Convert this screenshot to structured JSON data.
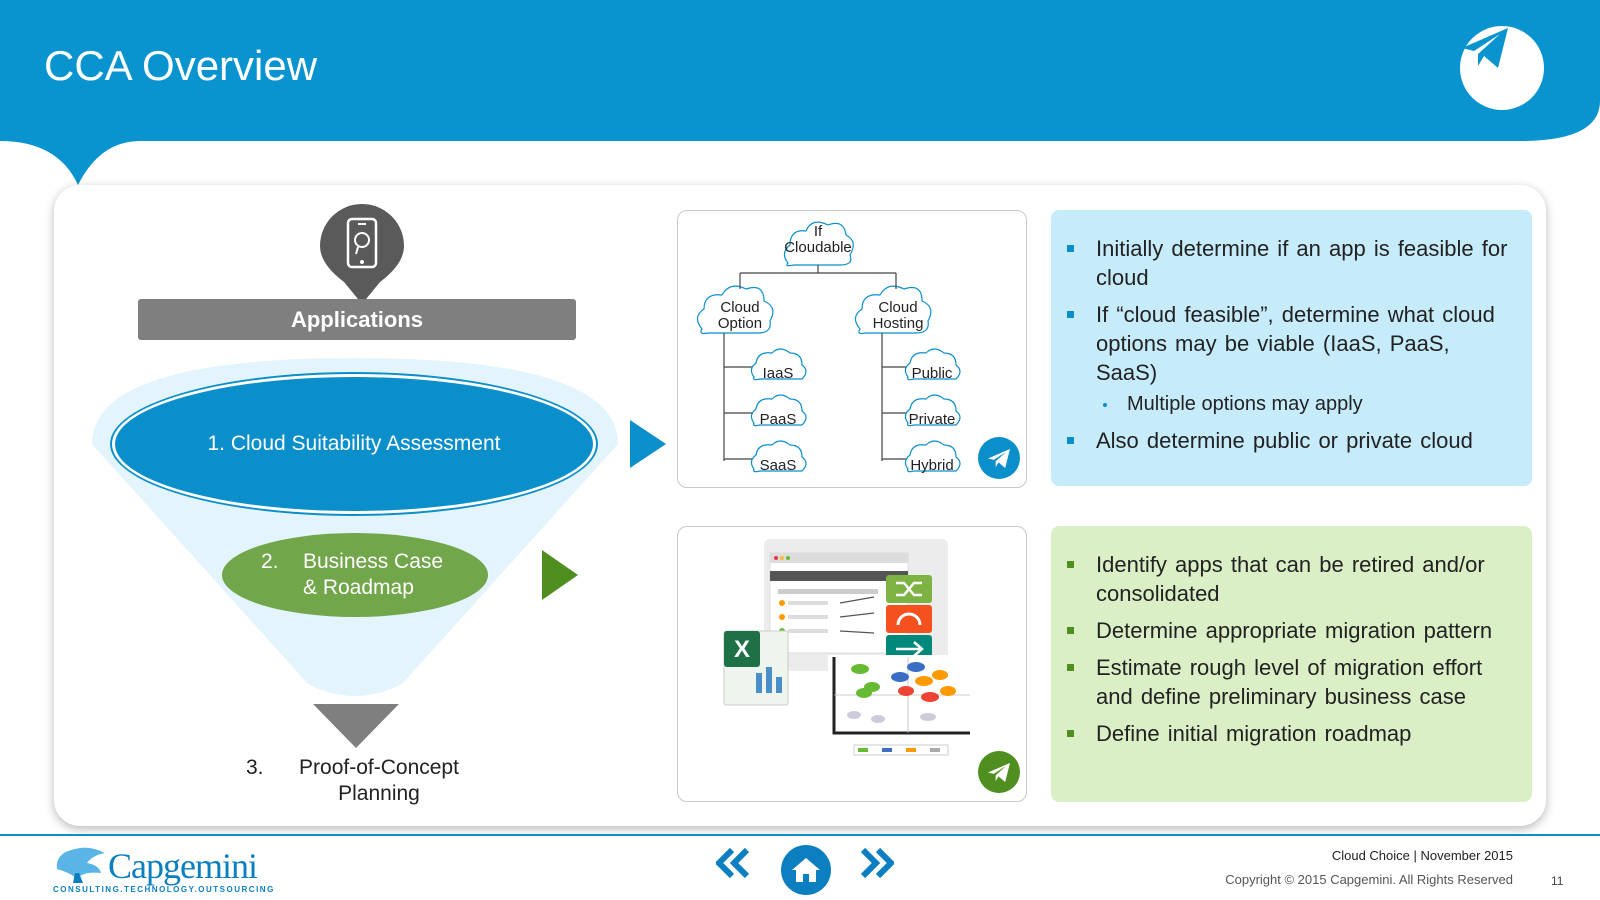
{
  "slide": {
    "title": "CCA Overview",
    "colors": {
      "primary_blue": "#0b8fcb",
      "green": "#71a64b",
      "gray": "#7f7f7f"
    }
  },
  "funnel": {
    "header_label": "Applications",
    "icon": "smartphone-icon",
    "step1": "1. Cloud Suitability Assessment",
    "step2": {
      "number": "2.",
      "line1": "Business Case",
      "line2": "& Roadmap"
    },
    "step3": {
      "number": "3.",
      "line1": "Proof-of-Concept",
      "line2": "Planning"
    }
  },
  "tree": {
    "root": [
      "If",
      "Cloudable"
    ],
    "option": [
      "Cloud",
      "Option"
    ],
    "hosting": [
      "Cloud",
      "Hosting"
    ],
    "options": [
      "IaaS",
      "PaaS",
      "SaaS"
    ],
    "hostings": [
      "Public",
      "Private",
      "Hybrid"
    ]
  },
  "box_blue": {
    "bullets": [
      "Initially determine if an app is feasible for cloud",
      "If “cloud feasible”, determine what cloud options may be viable (IaaS, PaaS, SaaS)",
      "Also determine public or private cloud"
    ],
    "sub_bullet": "Multiple options may apply"
  },
  "box_green": {
    "bullets": [
      "Identify apps that can be retired and/or consolidated",
      "Determine appropriate migration pattern",
      "Estimate rough level of migration effort and define preliminary business case",
      "Define initial migration roadmap"
    ]
  },
  "footer": {
    "brand": "Capgemini",
    "tagline": "CONSULTING.TECHNOLOGY.OUTSOURCING",
    "event": "Cloud Choice | November 2015",
    "copyright": "Copyright © 2015 Capgemini.  All Rights Reserved",
    "page": "11",
    "nav_icons": [
      "previous-icon",
      "home-icon",
      "next-icon"
    ]
  }
}
